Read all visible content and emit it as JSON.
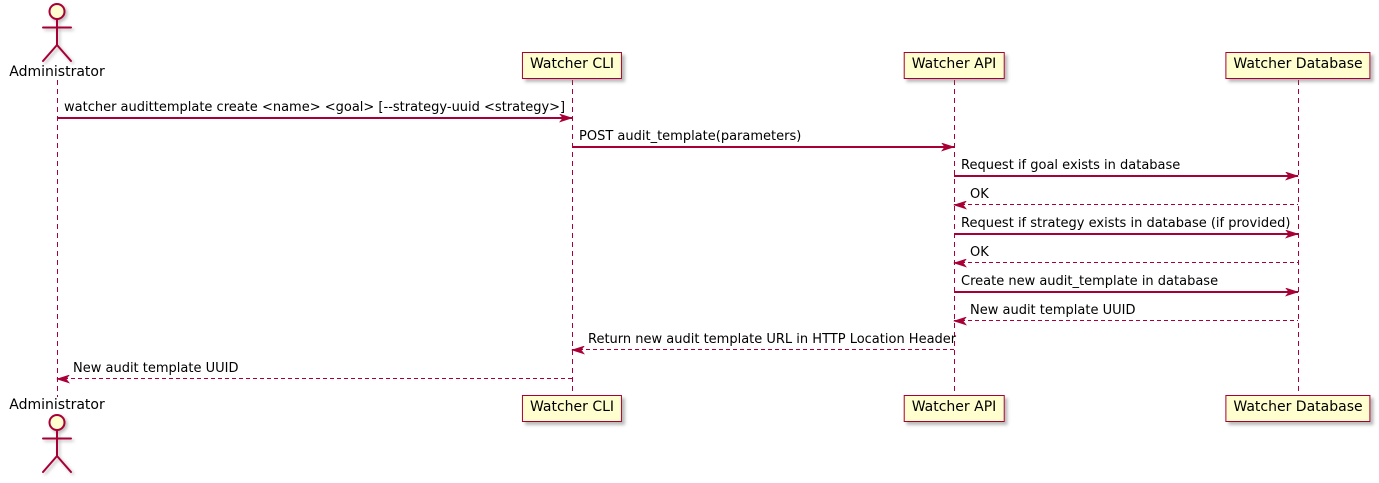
{
  "diagram": {
    "type": "uml-sequence-diagram",
    "colors": {
      "line_color": "#A80036",
      "participant_fill": "#FEFECE",
      "text_color": "#000000"
    },
    "actors": [
      {
        "id": "administrator",
        "label": "Administrator"
      }
    ],
    "participants": [
      {
        "id": "watcher-cli",
        "label": "Watcher CLI"
      },
      {
        "id": "watcher-api",
        "label": "Watcher API"
      },
      {
        "id": "watcher-database",
        "label": "Watcher Database"
      }
    ],
    "messages": [
      {
        "from": "administrator",
        "to": "watcher-cli",
        "style": "solid",
        "label": "watcher audittemplate create <name> <goal> [--strategy-uuid <strategy>]"
      },
      {
        "from": "watcher-cli",
        "to": "watcher-api",
        "style": "solid",
        "label": "POST audit_template(parameters)"
      },
      {
        "from": "watcher-api",
        "to": "watcher-database",
        "style": "solid",
        "label": "Request if goal exists in database"
      },
      {
        "from": "watcher-database",
        "to": "watcher-api",
        "style": "dashed",
        "label": "OK"
      },
      {
        "from": "watcher-api",
        "to": "watcher-database",
        "style": "solid",
        "label": "Request if strategy exists in database (if provided)"
      },
      {
        "from": "watcher-database",
        "to": "watcher-api",
        "style": "dashed",
        "label": "OK"
      },
      {
        "from": "watcher-api",
        "to": "watcher-database",
        "style": "solid",
        "label": "Create new audit_template in database"
      },
      {
        "from": "watcher-database",
        "to": "watcher-api",
        "style": "dashed",
        "label": "New audit template UUID"
      },
      {
        "from": "watcher-api",
        "to": "watcher-cli",
        "style": "dashed",
        "label": "Return new audit template URL in HTTP Location Header"
      },
      {
        "from": "watcher-cli",
        "to": "administrator",
        "style": "dashed",
        "label": "New audit template UUID"
      }
    ]
  }
}
